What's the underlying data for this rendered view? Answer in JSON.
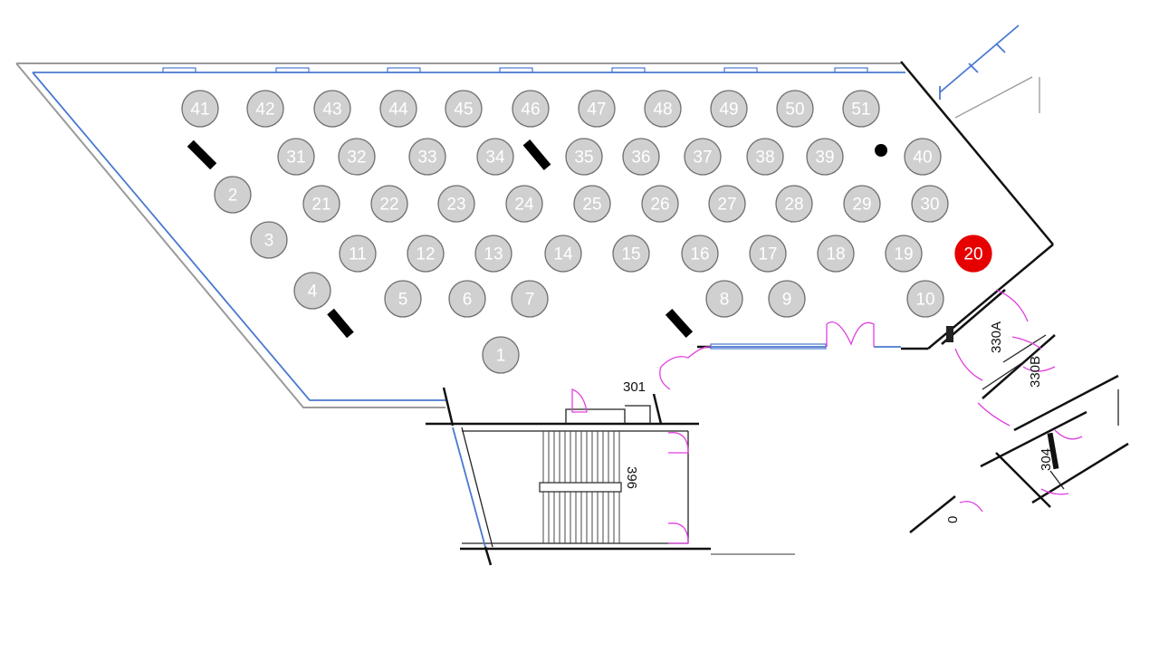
{
  "tables": [
    {
      "label": "1"
    },
    {
      "label": "2"
    },
    {
      "label": "3"
    },
    {
      "label": "4"
    },
    {
      "label": "5"
    },
    {
      "label": "6"
    },
    {
      "label": "7"
    },
    {
      "label": "8"
    },
    {
      "label": "9"
    },
    {
      "label": "10"
    },
    {
      "label": "11"
    },
    {
      "label": "12"
    },
    {
      "label": "13"
    },
    {
      "label": "14"
    },
    {
      "label": "15"
    },
    {
      "label": "16"
    },
    {
      "label": "17"
    },
    {
      "label": "18"
    },
    {
      "label": "19"
    },
    {
      "label": "20",
      "highlighted": true
    },
    {
      "label": "21"
    },
    {
      "label": "22"
    },
    {
      "label": "23"
    },
    {
      "label": "24"
    },
    {
      "label": "25"
    },
    {
      "label": "26"
    },
    {
      "label": "27"
    },
    {
      "label": "28"
    },
    {
      "label": "29"
    },
    {
      "label": "30"
    },
    {
      "label": "31"
    },
    {
      "label": "32"
    },
    {
      "label": "33"
    },
    {
      "label": "34"
    },
    {
      "label": "35"
    },
    {
      "label": "36"
    },
    {
      "label": "37"
    },
    {
      "label": "38"
    },
    {
      "label": "39"
    },
    {
      "label": "40"
    },
    {
      "label": "41"
    },
    {
      "label": "42"
    },
    {
      "label": "43"
    },
    {
      "label": "44"
    },
    {
      "label": "45"
    },
    {
      "label": "46"
    },
    {
      "label": "47"
    },
    {
      "label": "48"
    },
    {
      "label": "49"
    },
    {
      "label": "50"
    },
    {
      "label": "51"
    }
  ],
  "rooms": {
    "room_301": "301",
    "room_330a": "330A",
    "room_330b": "330B",
    "room_396": "396",
    "room_304": "304",
    "room_0": "0"
  },
  "colors": {
    "table_fill": "#d0d0d0",
    "highlight": "#e60000",
    "window_blue": "#4a78d0",
    "door_magenta": "#e040e0"
  }
}
